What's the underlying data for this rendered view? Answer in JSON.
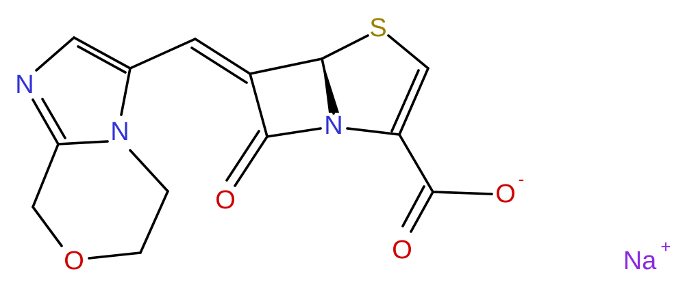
{
  "molecule": {
    "atoms": {
      "n_imine": {
        "label": "N",
        "color": "#3232d8"
      },
      "n_bridge": {
        "label": "N",
        "color": "#3232d8"
      },
      "o_ring": {
        "label": "O",
        "color": "#d00000"
      },
      "s": {
        "label": "S",
        "color": "#9a8100"
      },
      "n_lactam": {
        "label": "N",
        "color": "#3232d8"
      },
      "o_ketone": {
        "label": "O",
        "color": "#d00000"
      },
      "o_carboxylate_top": {
        "label": "O",
        "color": "#d00000"
      },
      "o_carboxylate_bottom": {
        "label": "O",
        "color": "#d00000"
      }
    },
    "charges": {
      "carboxylate": {
        "label": "-",
        "color": "#d00000"
      },
      "sodium": {
        "label": "+",
        "color": "#8a2be2"
      }
    },
    "counterion": {
      "label": "Na",
      "color": "#8a2be2"
    }
  }
}
